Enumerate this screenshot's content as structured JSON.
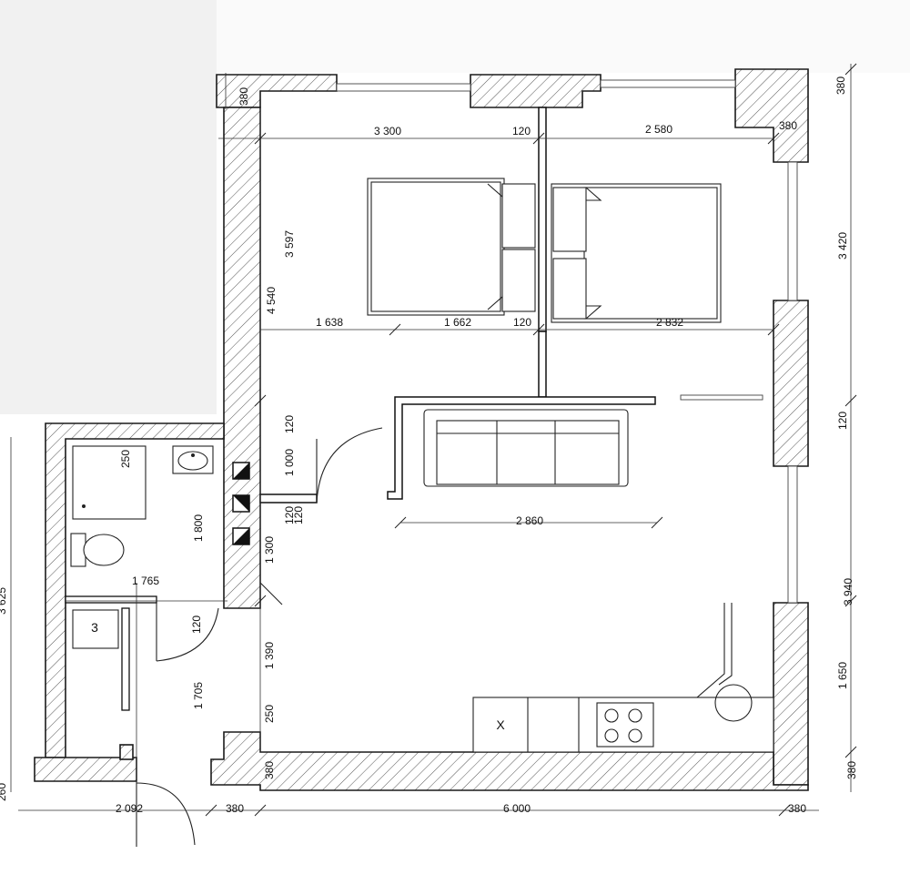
{
  "dimensions": {
    "top_wall_left": "380",
    "room1_width": "3 300",
    "partition_top": "120",
    "room2_width": "2 580",
    "top_wall_right": "380",
    "corner_right": "380",
    "room1_height": "3 597",
    "left_height": "4 540",
    "right_height": "3 420",
    "span_1638": "1 638",
    "span_1662": "1 662",
    "partition_mid": "120",
    "span_2832": "2 832",
    "wall_120_a": "120",
    "wall_120_right": "120",
    "span_1000": "1 000",
    "bath_250": "250",
    "bath_1800": "1 800",
    "door_120": "120",
    "door_120b": "120",
    "sofa_2860": "2 860",
    "span_1300": "1 300",
    "span_1765": "1 765",
    "left_3625": "3 625",
    "right_3940": "3 940",
    "hall_120": "120",
    "span_1390": "1 390",
    "span_1705": "1 705",
    "right_1650": "1 650",
    "kitchen_250": "250",
    "bottom_380_left": "380",
    "bottom_380_right": "380",
    "left_260": "260",
    "bottom_2092": "2 092",
    "bottom_380_a": "380",
    "bottom_6000": "6 000",
    "bottom_380_b": "380"
  },
  "labels": {
    "storage_number": "3",
    "sink_mark": "X"
  }
}
